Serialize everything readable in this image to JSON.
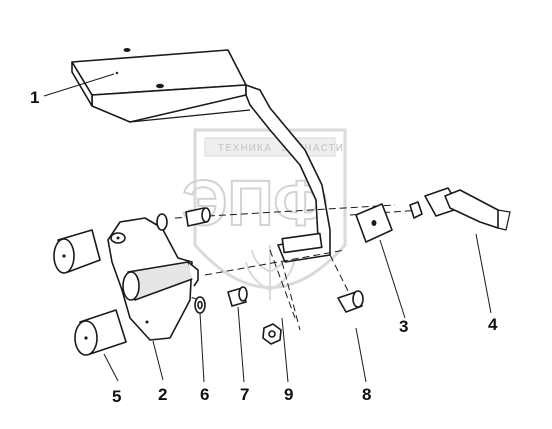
{
  "diagram": {
    "callouts": [
      {
        "id": "p1",
        "label": "1"
      },
      {
        "id": "p2",
        "label": "2"
      },
      {
        "id": "p3",
        "label": "3"
      },
      {
        "id": "p4",
        "label": "4"
      },
      {
        "id": "p5",
        "label": "5"
      },
      {
        "id": "p6",
        "label": "6"
      },
      {
        "id": "p7",
        "label": "7"
      },
      {
        "id": "p8",
        "label": "8"
      },
      {
        "id": "p9",
        "label": "9"
      }
    ]
  },
  "watermark": {
    "top_text": "ТЕХНИКА",
    "top_text_right": "ЗАПЧАСТИ",
    "big_text": "ЭПФ"
  },
  "colors": {
    "line": "#1a1a1a",
    "watermark": "#cfcfcf",
    "background": "#ffffff"
  }
}
